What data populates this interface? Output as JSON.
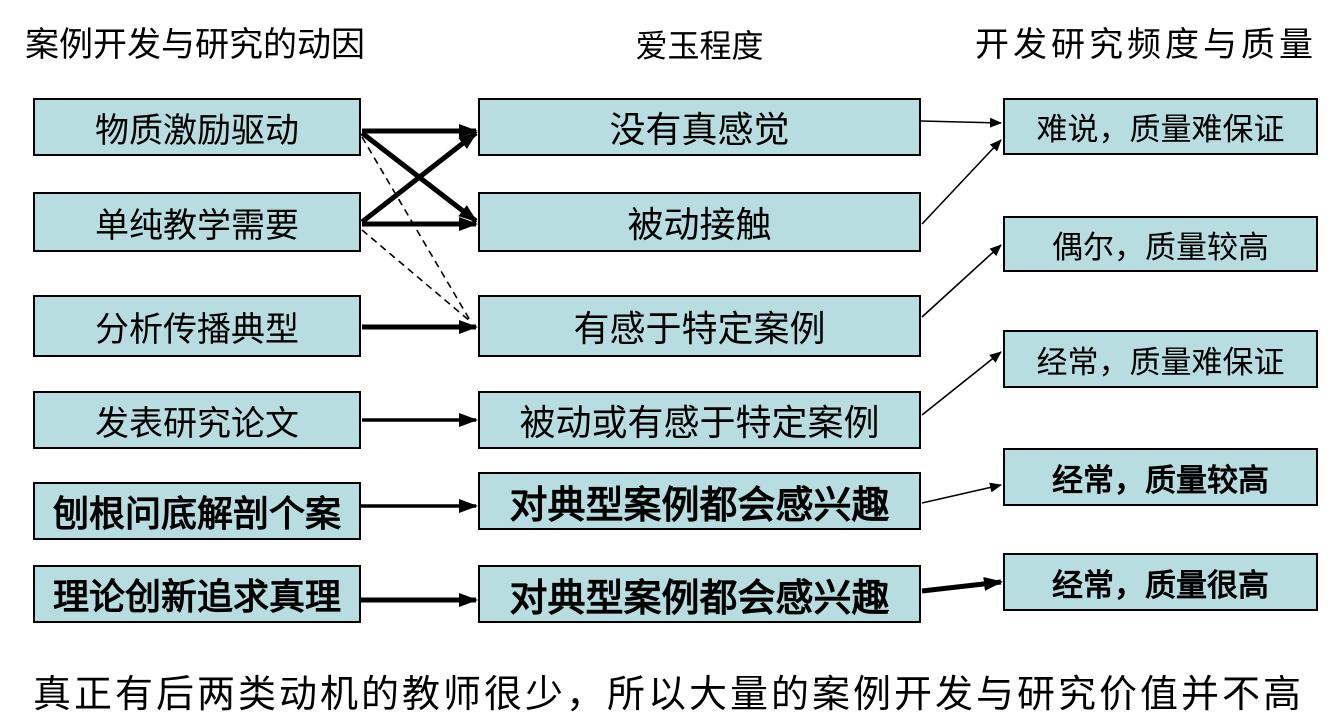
{
  "columns": [
    {
      "header": "案例开发与研究的动因",
      "boxes": [
        "物质激励驱动",
        "单纯教学需要",
        "分析传播典型",
        "发表研究论文",
        "刨根问底解剖个案",
        "理论创新追求真理"
      ]
    },
    {
      "header": "爱玉程度",
      "boxes": [
        "没有真感觉",
        "被动接触",
        "有感于特定案例",
        "被动或有感于特定案例",
        "对典型案例都会感兴趣",
        "对典型案例都会感兴趣"
      ]
    },
    {
      "header": "开发研究频度与质量",
      "boxes": [
        "难说，质量难保证",
        "偶尔，质量较高",
        "经常，质量难保证",
        "经常，质量较高",
        "经常，质量很高"
      ]
    }
  ],
  "caption": "真正有后两类动机的教师很少，所以大量的案例开发与研究价值并不高",
  "colors": {
    "box_fill": "#b8dde1",
    "box_border": "#000000",
    "arrow": "#000000",
    "background": "#ffffff",
    "text": "#000000"
  },
  "edges": [
    {
      "from": "L1",
      "to": "M1",
      "weight": "thick",
      "style": "solid"
    },
    {
      "from": "L1",
      "to": "M2",
      "weight": "thick",
      "style": "solid"
    },
    {
      "from": "L2",
      "to": "M1",
      "weight": "thick",
      "style": "solid"
    },
    {
      "from": "L2",
      "to": "M2",
      "weight": "thick",
      "style": "solid"
    },
    {
      "from": "L1",
      "to": "M3",
      "weight": "thin",
      "style": "dashed"
    },
    {
      "from": "L2",
      "to": "M3",
      "weight": "thin",
      "style": "dashed"
    },
    {
      "from": "L3",
      "to": "M3",
      "weight": "thick",
      "style": "solid"
    },
    {
      "from": "L4",
      "to": "M4",
      "weight": "medium",
      "style": "solid"
    },
    {
      "from": "L5",
      "to": "M5",
      "weight": "medium",
      "style": "solid"
    },
    {
      "from": "L6",
      "to": "M6",
      "weight": "thick",
      "style": "solid"
    },
    {
      "from": "M1",
      "to": "R1",
      "weight": "thin",
      "style": "solid"
    },
    {
      "from": "M2",
      "to": "R1",
      "weight": "thin",
      "style": "solid"
    },
    {
      "from": "M3",
      "to": "R2",
      "weight": "thin",
      "style": "solid"
    },
    {
      "from": "M4",
      "to": "R3",
      "weight": "thin",
      "style": "solid"
    },
    {
      "from": "M5",
      "to": "R4",
      "weight": "thin",
      "style": "solid"
    },
    {
      "from": "M6",
      "to": "R5",
      "weight": "thick",
      "style": "solid"
    }
  ]
}
